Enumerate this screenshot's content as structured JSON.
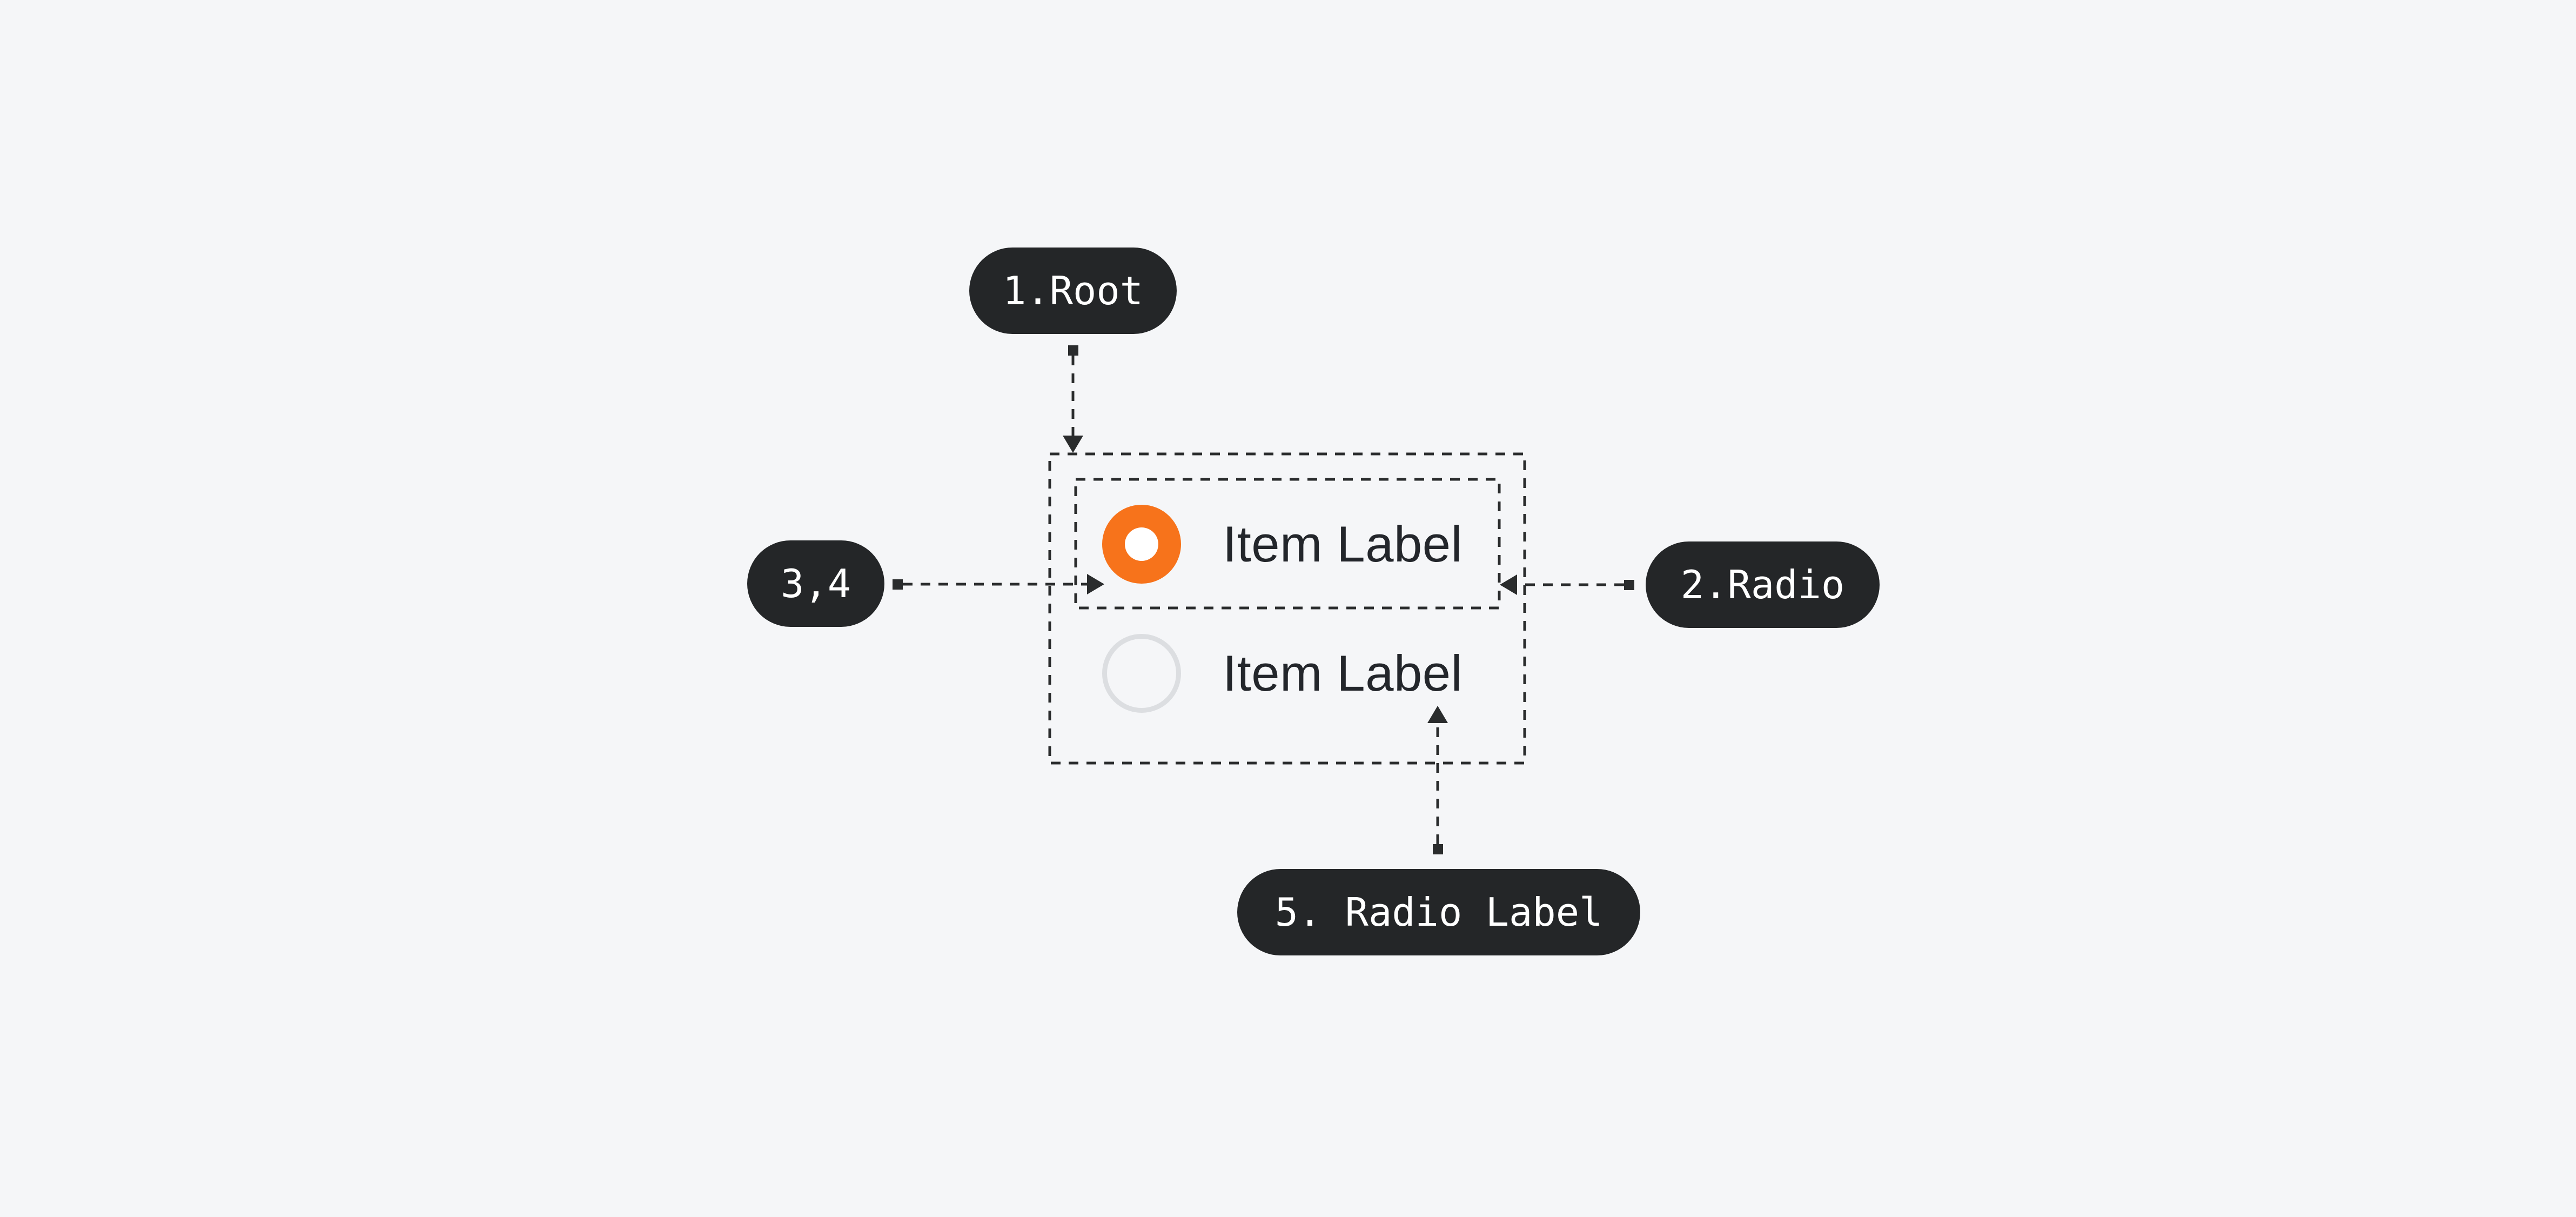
{
  "colors": {
    "bg": "#F5F6F8",
    "ink": "#2A2C2D",
    "pill-bg": "#242628",
    "pill-text": "#FFFFFF",
    "item-text": "#23262B",
    "radio-on": "#F7731B",
    "radio-on-dot": "#FFFFFF",
    "radio-off-ring": "#DCDEE1"
  },
  "annotations": {
    "root": "1.Root",
    "radio": "2.Radio",
    "indicator": "3,4",
    "radio_label": "5. Radio Label"
  },
  "items": [
    {
      "label": "Item Label",
      "state": "selected"
    },
    {
      "label": "Item Label",
      "state": "unselected"
    }
  ]
}
